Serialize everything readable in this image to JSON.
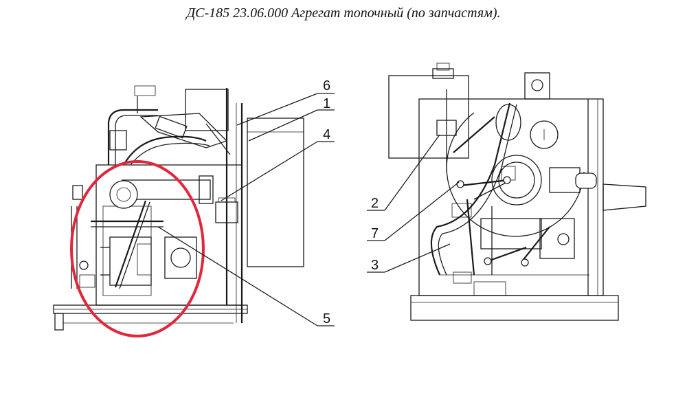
{
  "title": "ДС-185 23.06.000 Агрегат топочный (по запчастям).",
  "callouts": {
    "c1": "1",
    "c2": "2",
    "c3": "3",
    "c4": "4",
    "c5": "5",
    "c6": "6",
    "c7": "7"
  },
  "colors": {
    "line": "#1a1a1a",
    "highlight": "#e0283c",
    "background": "#ffffff"
  }
}
